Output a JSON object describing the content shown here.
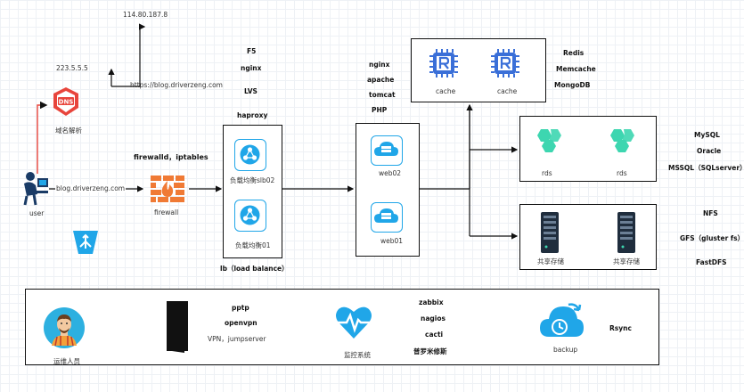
{
  "dns": {
    "ip_top": "114.80.187.8",
    "ip_dns": "223.5.5.5",
    "url": "https://blog.driverzeng.com",
    "icon_text": "DNS",
    "label": "域名解析"
  },
  "user": {
    "label": "user",
    "domain": "blog.driverzeng.com"
  },
  "firewall": {
    "title": "firewalld，iptables",
    "label": "firewall"
  },
  "lb": {
    "tech": [
      "F5",
      "nginx",
      "LVS",
      "haproxy"
    ],
    "node_top": "负载均衡slb02",
    "node_bottom": "负载均衡01",
    "label": "lb（load balance）"
  },
  "web": {
    "tech": [
      "nginx",
      "apache",
      "tomcat",
      "PHP"
    ],
    "node_top": "web02",
    "node_bottom": "web01"
  },
  "cache": {
    "node_left": "cache",
    "node_right": "cache",
    "tech": [
      "Redis",
      "Memcache",
      "MongoDB"
    ]
  },
  "rds": {
    "node_left": "rds",
    "node_right": "rds",
    "tech": [
      "MySQL",
      "Oracle",
      "MSSQL（SQLserver）"
    ]
  },
  "storage": {
    "node_left": "共享存储",
    "node_right": "共享存储",
    "tech": [
      "NFS",
      "GFS（gluster fs）",
      "FastDFS"
    ]
  },
  "ops": {
    "person_label": "运维人员",
    "vpn_tech": [
      "pptp",
      "openvpn"
    ],
    "vpn_label": "VPN，jumpserver",
    "monitor_label": "监控系统",
    "monitor_tech": [
      "zabbix",
      "nagios",
      "cacti",
      "普罗米修斯"
    ],
    "backup_label": "backup",
    "backup_tech": "Rsync"
  },
  "colors": {
    "blue": "#20a6e8",
    "green": "#3dd6b0",
    "dns_red": "#e8453c",
    "firewall_orange": "#f07a35",
    "server_dark": "#1f2d3d"
  }
}
